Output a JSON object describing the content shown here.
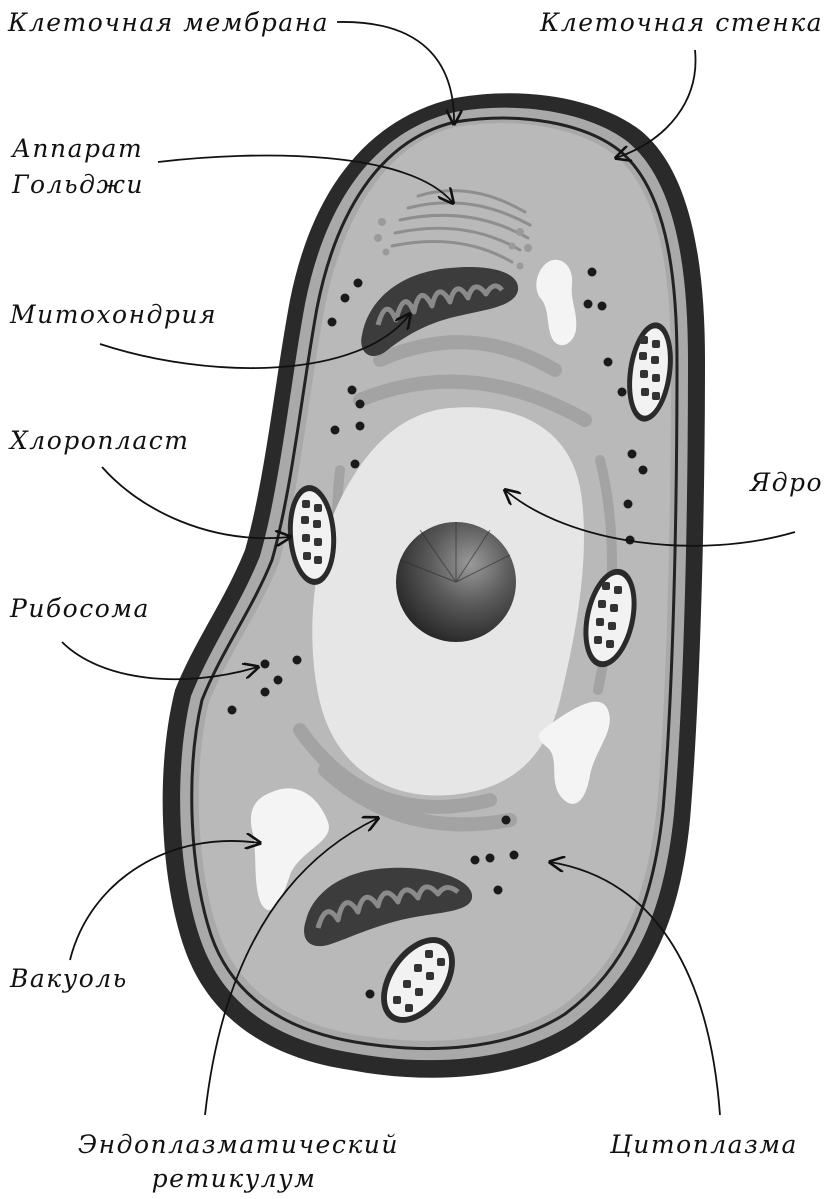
{
  "labels": {
    "cell_membrane": "Клеточная мембрана",
    "cell_wall": "Клеточная стенка",
    "golgi_line1": "Аппарат",
    "golgi_line2": "Гольджи",
    "mitochondrion": "Митохондрия",
    "chloroplast": "Хлоропласт",
    "ribosome": "Рибосома",
    "vacuole": "Вакуоль",
    "er_line1": "Эндоплазматический",
    "er_line2": "ретикулум",
    "nucleus": "Ядро",
    "cytoplasm": "Цитоплазма"
  },
  "colors": {
    "wall": "#2a2a2a",
    "cytoplasm": "#b9b9b9",
    "nucleus": "#e6e6e6",
    "nucleolus": "#3a3a3a",
    "er": "#a4a4a4",
    "vacuole": "#f4f4f4",
    "organelle_dark": "#3c3c3c",
    "organelle_inner": "#8a8a8a",
    "chloroplast_fill": "#f2f2f2",
    "ribosome": "#1a1a1a",
    "text": "#111111"
  }
}
